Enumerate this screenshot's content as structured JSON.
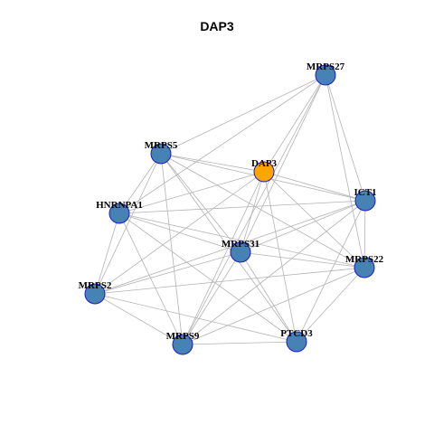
{
  "title": "DAP3",
  "style": {
    "node_color": "#4682b4",
    "focus_node_color": "#ffa500",
    "node_border_color": "#1c1ccc",
    "edge_color": "#b3b3b3"
  },
  "nodes": [
    {
      "id": "MRPS27",
      "label": "MRPS27",
      "focus": false
    },
    {
      "id": "MRPS5",
      "label": "MRPS5",
      "focus": false
    },
    {
      "id": "DAP3",
      "label": "DAP3",
      "focus": true
    },
    {
      "id": "ICT1",
      "label": "ICT1",
      "focus": false
    },
    {
      "id": "HNRNPA1",
      "label": "HNRNPA1",
      "focus": false
    },
    {
      "id": "MRPS31",
      "label": "MRPS31",
      "focus": false
    },
    {
      "id": "MRPS22",
      "label": "MRPS22",
      "focus": false
    },
    {
      "id": "MRPS2",
      "label": "MRPS2",
      "focus": false
    },
    {
      "id": "MRPS9",
      "label": "MRPS9",
      "focus": false
    },
    {
      "id": "PTCD3",
      "label": "PTCD3",
      "focus": false
    }
  ],
  "edges": [
    [
      "MRPS27",
      "MRPS5"
    ],
    [
      "MRPS27",
      "DAP3"
    ],
    [
      "MRPS27",
      "ICT1"
    ],
    [
      "MRPS27",
      "MRPS22"
    ],
    [
      "MRPS27",
      "MRPS31"
    ],
    [
      "MRPS27",
      "HNRNPA1"
    ],
    [
      "MRPS27",
      "MRPS9"
    ],
    [
      "MRPS5",
      "DAP3"
    ],
    [
      "MRPS5",
      "ICT1"
    ],
    [
      "MRPS5",
      "MRPS22"
    ],
    [
      "MRPS5",
      "MRPS31"
    ],
    [
      "MRPS5",
      "HNRNPA1"
    ],
    [
      "MRPS5",
      "MRPS2"
    ],
    [
      "MRPS5",
      "MRPS9"
    ],
    [
      "MRPS5",
      "PTCD3"
    ],
    [
      "DAP3",
      "ICT1"
    ],
    [
      "DAP3",
      "HNRNPA1"
    ],
    [
      "DAP3",
      "MRPS31"
    ],
    [
      "DAP3",
      "MRPS22"
    ],
    [
      "DAP3",
      "MRPS2"
    ],
    [
      "DAP3",
      "MRPS9"
    ],
    [
      "DAP3",
      "PTCD3"
    ],
    [
      "ICT1",
      "HNRNPA1"
    ],
    [
      "ICT1",
      "MRPS31"
    ],
    [
      "ICT1",
      "MRPS22"
    ],
    [
      "ICT1",
      "MRPS2"
    ],
    [
      "ICT1",
      "MRPS9"
    ],
    [
      "ICT1",
      "PTCD3"
    ],
    [
      "HNRNPA1",
      "MRPS31"
    ],
    [
      "HNRNPA1",
      "MRPS22"
    ],
    [
      "HNRNPA1",
      "MRPS2"
    ],
    [
      "HNRNPA1",
      "MRPS9"
    ],
    [
      "HNRNPA1",
      "PTCD3"
    ],
    [
      "MRPS31",
      "MRPS22"
    ],
    [
      "MRPS31",
      "MRPS2"
    ],
    [
      "MRPS31",
      "MRPS9"
    ],
    [
      "MRPS31",
      "PTCD3"
    ],
    [
      "MRPS22",
      "MRPS2"
    ],
    [
      "MRPS22",
      "MRPS9"
    ],
    [
      "MRPS22",
      "PTCD3"
    ],
    [
      "MRPS2",
      "MRPS9"
    ],
    [
      "MRPS2",
      "PTCD3"
    ],
    [
      "MRPS9",
      "PTCD3"
    ]
  ]
}
